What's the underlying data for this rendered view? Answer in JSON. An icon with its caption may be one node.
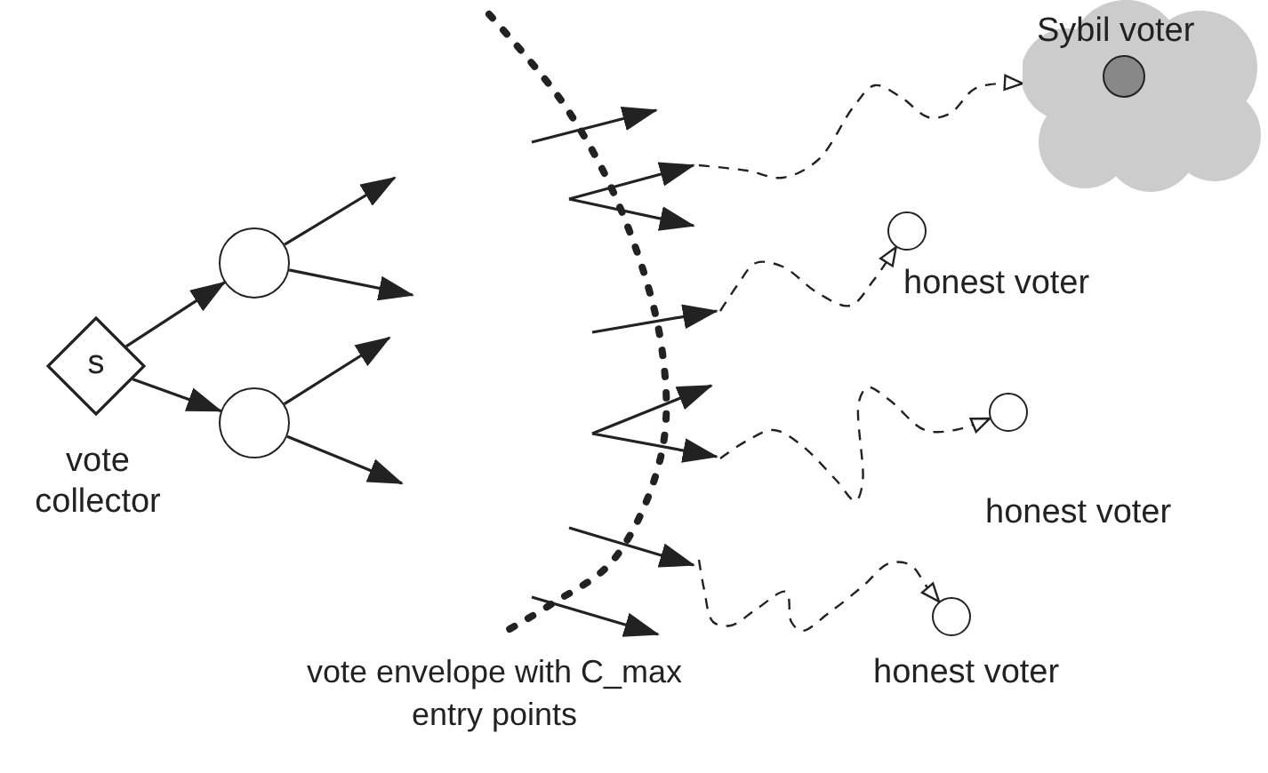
{
  "diagram": {
    "nodes": [
      {
        "text": [
          "s"
        ],
        "beside": [
          "vote collector"
        ]
      },
      {
        "text": [],
        "shape": "circle"
      },
      {
        "text": [],
        "shape": "circle"
      },
      {
        "text": [
          "Sybil voter"
        ]
      },
      {
        "text": [],
        "shape": "circle",
        "in": 3
      },
      {
        "text": [],
        "shape": "circle",
        "beside": [
          "honest voter"
        ]
      },
      {
        "text": [],
        "shape": "circle",
        "beside": [
          "honest voter"
        ]
      },
      {
        "text": [],
        "shape": "circle",
        "beside": [
          "honest voter"
        ]
      }
    ],
    "edges": [
      {
        "from": 0,
        "to": 1,
        "arrow": "to"
      },
      {
        "from": 0,
        "to": 2,
        "arrow": "to"
      },
      {
        "from": 1,
        "to": null,
        "arrow": "to"
      },
      {
        "from": 1,
        "to": null,
        "arrow": "to"
      },
      {
        "from": 2,
        "to": null,
        "arrow": "to"
      },
      {
        "from": 2,
        "to": null,
        "arrow": "to"
      },
      {
        "from": null,
        "to": 3,
        "arrow": "to",
        "style": "dashed"
      },
      {
        "from": null,
        "to": 5,
        "arrow": "to",
        "style": "dashed"
      },
      {
        "from": null,
        "to": 6,
        "arrow": "to",
        "style": "dashed"
      },
      {
        "from": null,
        "to": 7,
        "arrow": "to",
        "style": "dashed"
      }
    ],
    "labels": [
      "vote envelope with C_max entry points"
    ]
  }
}
